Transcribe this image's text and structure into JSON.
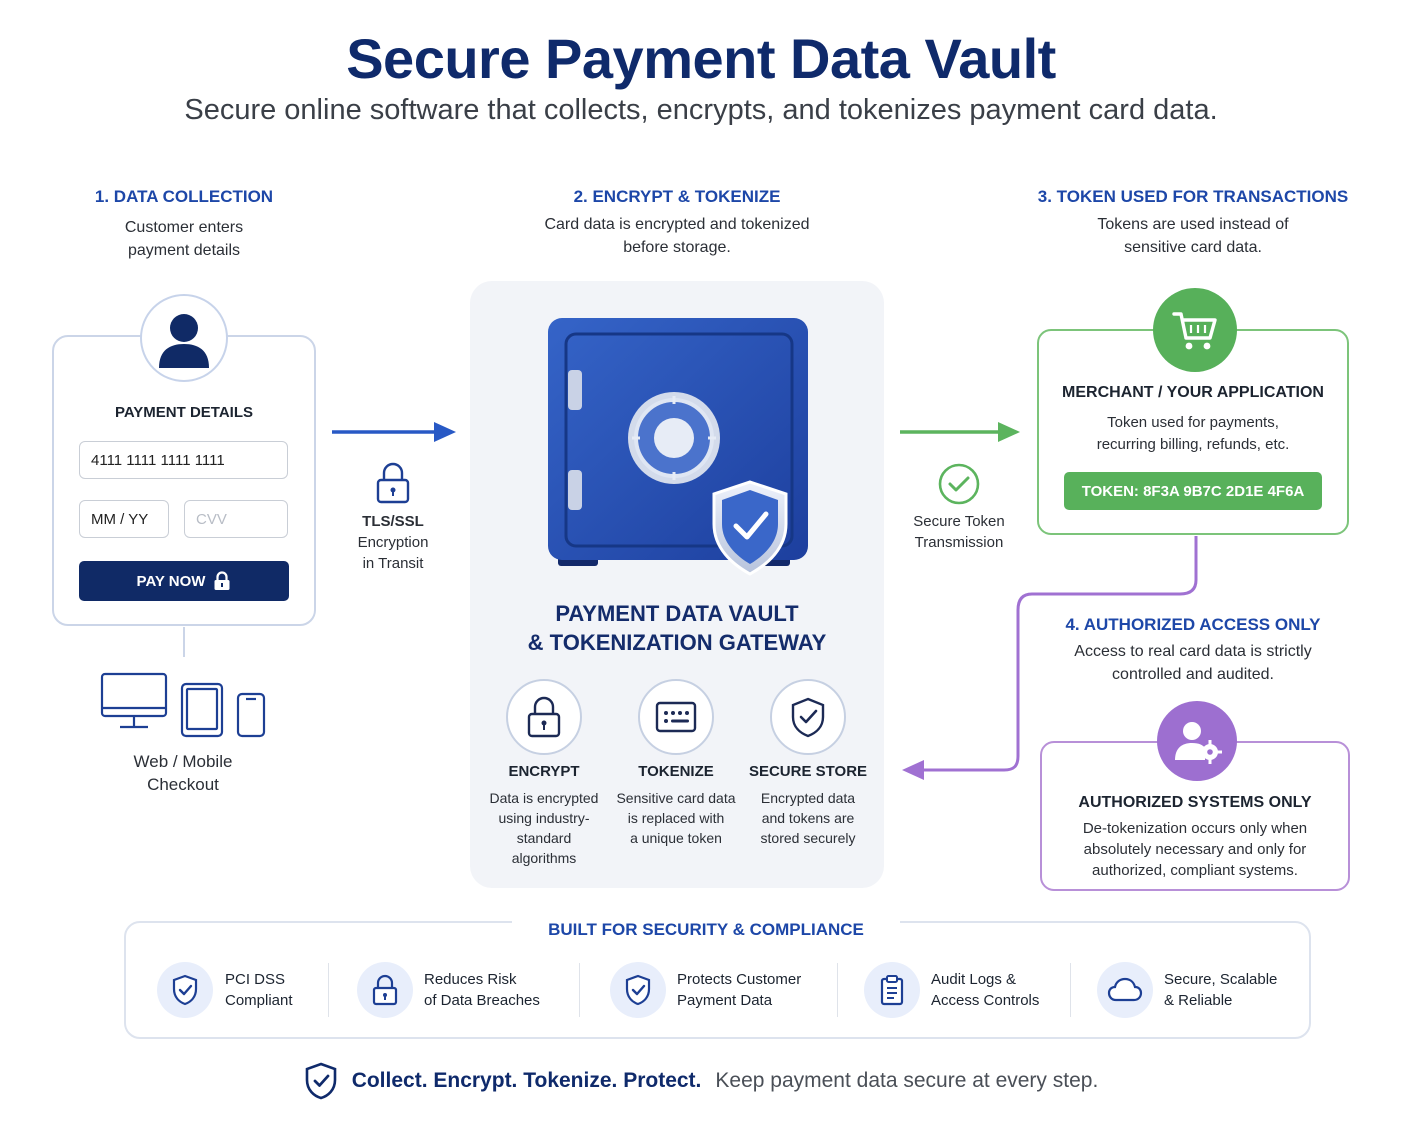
{
  "header": {
    "title": "Secure Payment Data Vault",
    "subtitle": "Secure online software that collects, encrypts, and tokenizes payment card data."
  },
  "steps": [
    {
      "title": "1. DATA COLLECTION",
      "desc1": "Customer enters",
      "desc2": "payment details"
    },
    {
      "title": "2. ENCRYPT & TOKENIZE",
      "desc1": "Card data is encrypted and tokenized",
      "desc2": "before storage."
    },
    {
      "title": "3. TOKEN USED FOR TRANSACTIONS",
      "desc1": "Tokens are used instead of",
      "desc2": "sensitive card data."
    },
    {
      "title": "4. AUTHORIZED ACCESS ONLY",
      "desc1": "Access to real card data is strictly",
      "desc2": "controlled and audited."
    }
  ],
  "payment_form": {
    "label": "PAYMENT DETAILS",
    "card_number": "4111 1111 1111 1111",
    "expiry": "MM / YY",
    "cvv_placeholder": "CVV",
    "pay_button": "PAY NOW"
  },
  "devices": {
    "line1": "Web / Mobile",
    "line2": "Checkout"
  },
  "transit": {
    "line1": "TLS/SSL",
    "line2": "Encryption",
    "line3": "in Transit"
  },
  "vault": {
    "title1": "PAYMENT DATA VAULT",
    "title2": "& TOKENIZATION GATEWAY",
    "features": [
      {
        "title": "ENCRYPT",
        "d1": "Data is encrypted",
        "d2": "using industry-",
        "d3": "standard",
        "d4": "algorithms"
      },
      {
        "title": "TOKENIZE",
        "d1": "Sensitive card data",
        "d2": "is replaced with",
        "d3": "a unique token",
        "d4": ""
      },
      {
        "title": "SECURE STORE",
        "d1": "Encrypted data",
        "d2": "and tokens are",
        "d3": "stored securely",
        "d4": ""
      }
    ]
  },
  "token_transmission": {
    "line1": "Secure Token",
    "line2": "Transmission"
  },
  "merchant": {
    "title": "MERCHANT / YOUR APPLICATION",
    "d1": "Token used for payments,",
    "d2": "recurring billing, refunds, etc.",
    "token": "TOKEN: 8F3A 9B7C 2D1E 4F6A"
  },
  "authorized": {
    "title": "AUTHORIZED SYSTEMS ONLY",
    "d1": "De-tokenization occurs only when",
    "d2": "absolutely necessary and only for",
    "d3": "authorized, compliant systems."
  },
  "compliance": {
    "title": "BUILT FOR SECURITY & COMPLIANCE",
    "items": [
      {
        "l1": "PCI DSS",
        "l2": "Compliant",
        "icon": "shield-check-icon"
      },
      {
        "l1": "Reduces Risk",
        "l2": "of Data Breaches",
        "icon": "lock-icon"
      },
      {
        "l1": "Protects Customer",
        "l2": "Payment Data",
        "icon": "shield-check-icon"
      },
      {
        "l1": "Audit Logs &",
        "l2": "Access Controls",
        "icon": "clipboard-icon"
      },
      {
        "l1": "Secure, Scalable",
        "l2": "& Reliable",
        "icon": "cloud-icon"
      }
    ]
  },
  "footer": {
    "bold": "Collect. Encrypt. Tokenize. Protect.",
    "rest": "Keep payment data secure at every step."
  },
  "colors": {
    "navy": "#0f2a6b",
    "blue": "#1d47a8",
    "green": "#57b05a",
    "purple": "#9d6fd0"
  }
}
